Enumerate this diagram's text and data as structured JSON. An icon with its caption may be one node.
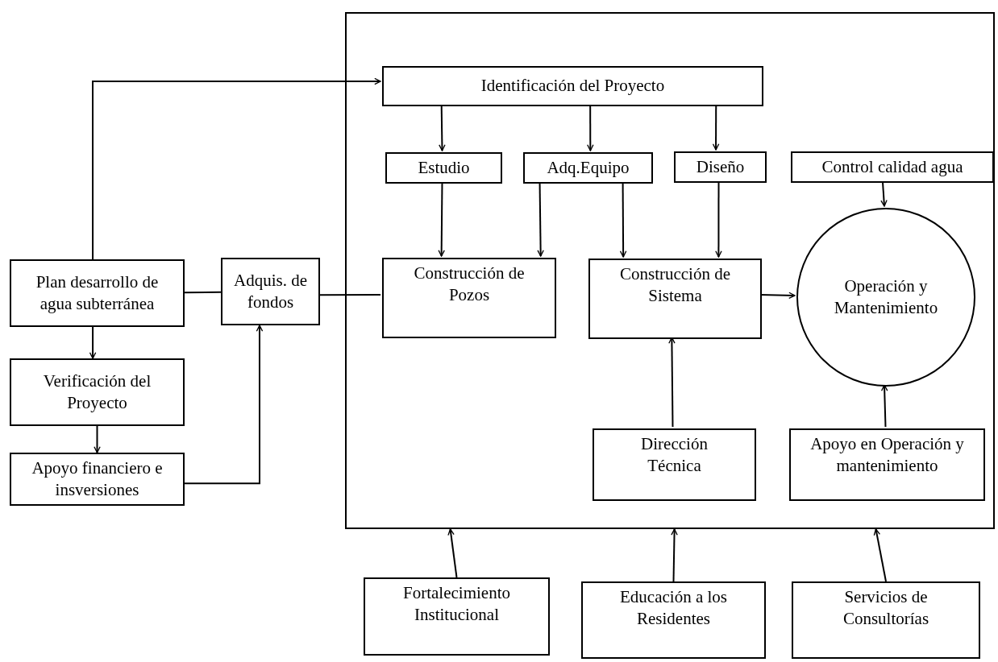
{
  "diagram": {
    "nodes": [
      {
        "text": [],
        "shape": "box"
      },
      {
        "text": [
          "Identificación del Proyecto"
        ],
        "in": 0
      },
      {
        "text": [
          "Estudio"
        ],
        "in": 0
      },
      {
        "text": [
          "Adq.Equipo"
        ],
        "in": 0
      },
      {
        "text": [
          "Diseño"
        ],
        "in": 0
      },
      {
        "text": [
          "Control calidad agua"
        ],
        "in": 0
      },
      {
        "text": [
          "Construcción de Pozos"
        ],
        "in": 0
      },
      {
        "text": [
          "Construcción de Sistema"
        ],
        "in": 0
      },
      {
        "text": [
          "Operación y Mantenimiento"
        ],
        "in": 0
      },
      {
        "text": [
          "Dirección Técnica"
        ],
        "in": 0
      },
      {
        "text": [
          "Apoyo en Operación y mantenimiento"
        ],
        "in": 0
      },
      {
        "text": [
          "Plan desarrollo de agua subterránea"
        ]
      },
      {
        "text": [
          "Adquis. de fondos"
        ]
      },
      {
        "text": [
          "Verificación del Proyecto"
        ]
      },
      {
        "text": [
          "Apoyo financiero e insversiones"
        ]
      },
      {
        "text": [
          "Fortalecimiento Institucional"
        ]
      },
      {
        "text": [
          "Educación a los Residentes"
        ]
      },
      {
        "text": [
          "Servicios de Consultorías"
        ]
      }
    ],
    "edges": [
      {
        "from": 11,
        "to": 1,
        "arrow": "to"
      },
      {
        "from": 1,
        "to": 2,
        "arrow": "to"
      },
      {
        "from": 1,
        "to": 3,
        "arrow": "to"
      },
      {
        "from": 1,
        "to": 4,
        "arrow": "to"
      },
      {
        "from": 2,
        "to": 6,
        "arrow": "to"
      },
      {
        "from": 3,
        "to": 6,
        "arrow": "to"
      },
      {
        "from": 3,
        "to": 7,
        "arrow": "to"
      },
      {
        "from": 4,
        "to": 7,
        "arrow": "to"
      },
      {
        "from": 5,
        "to": 8,
        "arrow": "to"
      },
      {
        "from": 7,
        "to": 8,
        "arrow": "to"
      },
      {
        "from": 9,
        "to": 7,
        "arrow": "to"
      },
      {
        "from": 10,
        "to": 8,
        "arrow": "to"
      },
      {
        "from": 11,
        "to": 12,
        "arrow": "none"
      },
      {
        "from": 12,
        "to": 6,
        "arrow": "none"
      },
      {
        "from": 11,
        "to": 13,
        "arrow": "to"
      },
      {
        "from": 13,
        "to": 14,
        "arrow": "to"
      },
      {
        "from": 14,
        "to": 12,
        "arrow": "to"
      },
      {
        "from": 15,
        "to": 0,
        "arrow": "to"
      },
      {
        "from": 16,
        "to": 0,
        "arrow": "to"
      },
      {
        "from": 17,
        "to": 0,
        "arrow": "to"
      }
    ]
  }
}
